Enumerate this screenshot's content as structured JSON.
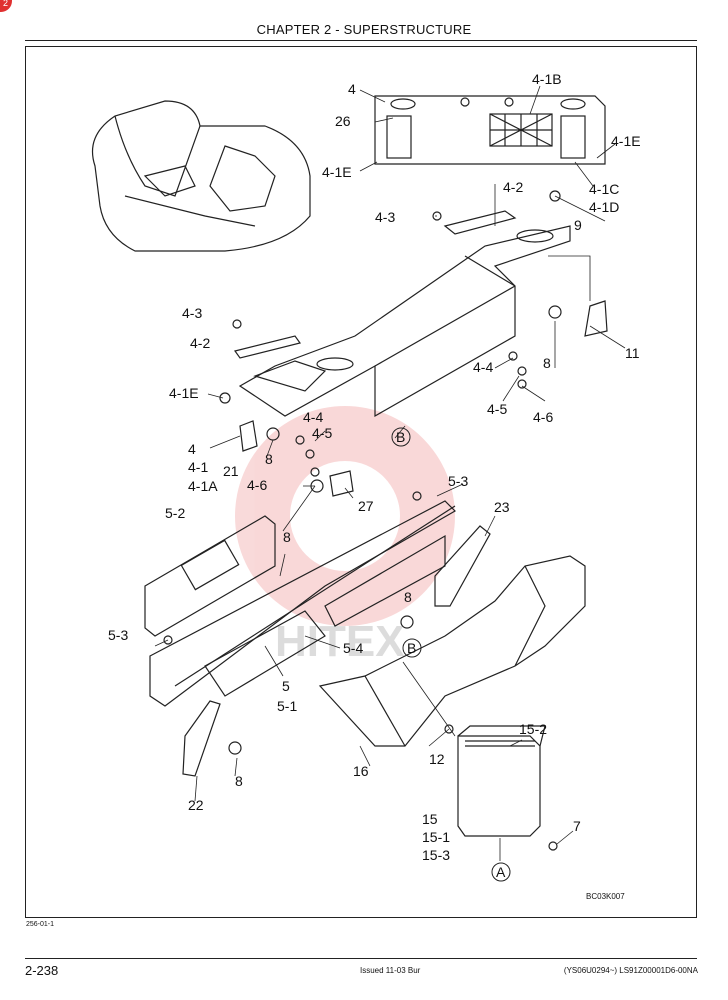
{
  "header": {
    "title": "CHAPTER 2 - SUPERSTRUCTURE",
    "badge": "2"
  },
  "diagram": {
    "code": "BC03K007",
    "watermark": "HITEX",
    "labels": {
      "l4_top": "4",
      "l26": "26",
      "l41b": "4-1B",
      "l41e_r": "4-1E",
      "l41e_l": "4-1E",
      "l41c": "4-1C",
      "l41d": "4-1D",
      "l42_top": "4-2",
      "l43_top": "4-3",
      "l9": "9",
      "l43_mid": "4-3",
      "l42_mid": "4-2",
      "l8_r": "8",
      "l11": "11",
      "l44_r": "4-4",
      "l45_r": "4-5",
      "l46_r": "4-6",
      "lB1": "B",
      "l41e_mid": "4-1E",
      "l4_mid": "4",
      "l41": "4-1",
      "l41a": "4-1A",
      "l44_m": "4-4",
      "l45_m": "4-5",
      "l21": "21",
      "l8_m": "8",
      "l46_m": "4-6",
      "l53_r": "5-3",
      "l27": "27",
      "l8_m2": "8",
      "l52": "5-2",
      "l23": "23",
      "l8_c": "8",
      "l53_l": "5-3",
      "l54": "5-4",
      "lB2": "B",
      "l5": "5",
      "l51": "5-1",
      "l152": "15-2",
      "l12": "12",
      "l16": "16",
      "l8_b": "8",
      "l22": "22",
      "l7": "7",
      "l15": "15",
      "l151": "15-1",
      "l153": "15-3",
      "lA": "A"
    }
  },
  "footer": {
    "ref": "256-01-1",
    "page": "2-238",
    "issued": "Issued 11-03   Bur",
    "docref": "(YS06U0294~)   LS91Z00001D6-00NA"
  }
}
